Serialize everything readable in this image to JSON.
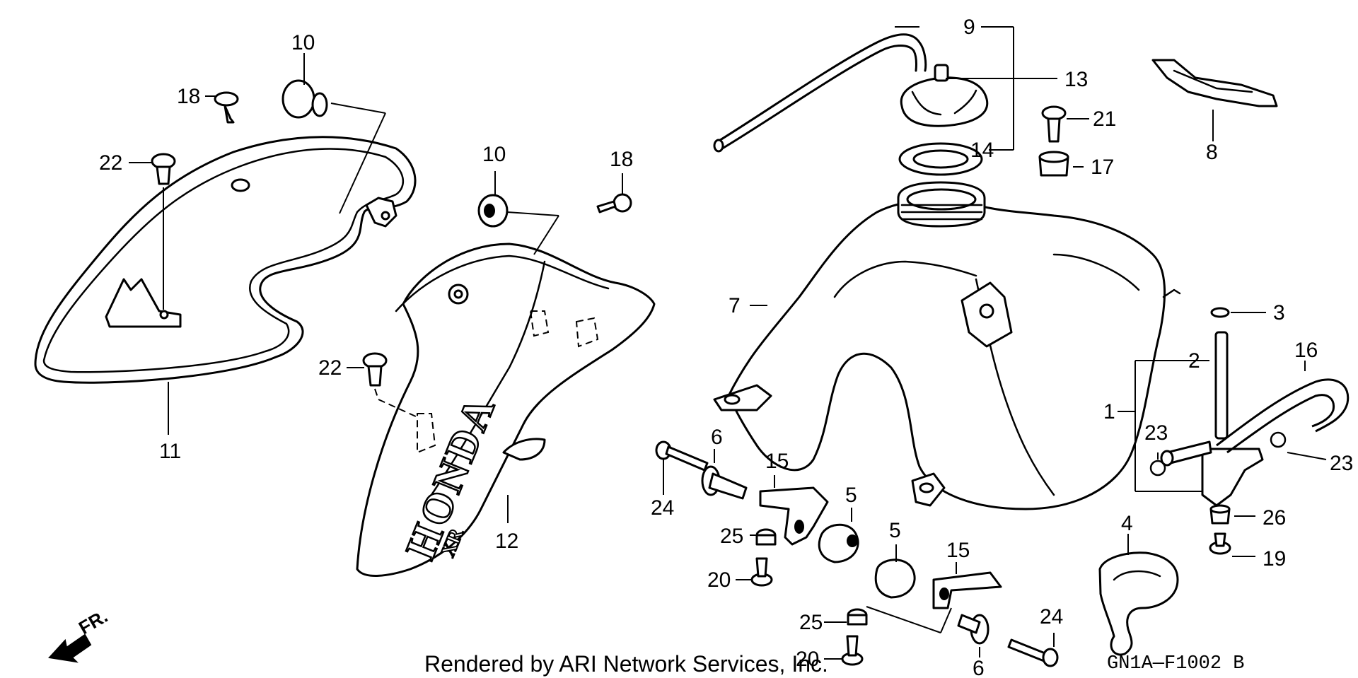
{
  "diagram": {
    "callouts": {
      "c1": "1",
      "c2": "2",
      "c3": "3",
      "c4": "4",
      "c5a": "5",
      "c5b": "5",
      "c6a": "6",
      "c6b": "6",
      "c7": "7",
      "c8": "8",
      "c9": "9",
      "c10a": "10",
      "c10b": "10",
      "c11": "11",
      "c12": "12",
      "c13": "13",
      "c14": "14",
      "c15a": "15",
      "c15b": "15",
      "c16": "16",
      "c17": "17",
      "c18a": "18",
      "c18b": "18",
      "c19": "19",
      "c20a": "20",
      "c20b": "20",
      "c21": "21",
      "c22a": "22",
      "c22b": "22",
      "c23a": "23",
      "c23b": "23",
      "c24a": "24",
      "c24b": "24",
      "c25a": "25",
      "c25b": "25",
      "c26": "26"
    },
    "brand_text": "HONDA",
    "brand_sub": "XR",
    "direction_label": "FR.",
    "footer": "Rendered by ARI Network Services, Inc.",
    "diagram_code": "GN1A—F1002 B"
  }
}
